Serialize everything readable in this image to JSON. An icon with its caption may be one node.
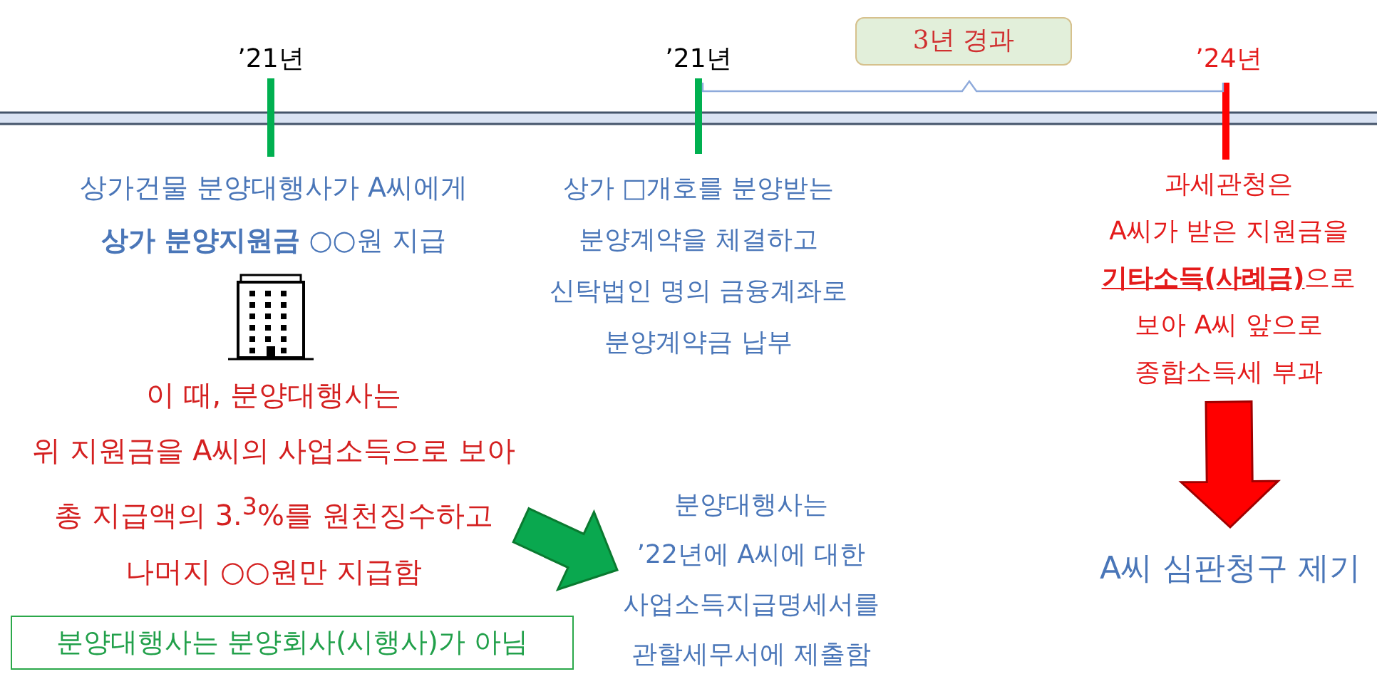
{
  "diagram": {
    "nodes": [
      {
        "text": [
          "상가건물 분양대행사가 A씨에게 **상가 분양지원금** ○○원 지급"
        ]
      },
      {
        "text": [
          "이 때, 분양대행사는 위 지원금을 A씨의 사업소득으로 보아 총 지급액의 3.$^{3}$%를 원천징수하고 나머지 ○○원만 지급함"
        ]
      },
      {
        "text": [
          "상가 □개호를 분양받는 분양계약을 체결하고 신탁법인 명의 금융계좌로 분양계약금 납부"
        ]
      },
      {
        "text": [
          "분양대행사는 ’22년에 A씨에 대한 사업소득지급명세서를 관할세무서에 제출함"
        ]
      },
      {
        "text": [
          "과세관청은 A씨가 받은 지원금을 **기타소득(사례금)**으로 보아 A씨 앞으로 종합소득세 부과"
        ]
      },
      {
        "text": [
          "A씨 심판청구 제기"
        ]
      },
      {
        "text": [
          "분양대행사는 분양회사(시행사)가 아님"
        ]
      },
      {
        "text": [
          "3년 경과"
        ]
      }
    ],
    "edges": [
      {
        "from": 1,
        "to": 3,
        "arrow": "to",
        "color": "#0aa84f"
      },
      {
        "from": 4,
        "to": 5,
        "arrow": "to",
        "color": "#ff0000"
      }
    ],
    "labels": [
      "’21년",
      "’21년",
      "’24년"
    ]
  }
}
